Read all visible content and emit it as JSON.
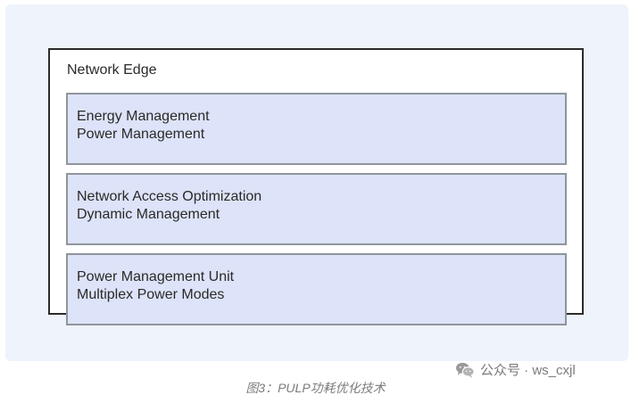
{
  "diagram": {
    "outer_label": "Network Edge",
    "boxes": [
      {
        "lines": [
          "Energy Management",
          "Power Management"
        ]
      },
      {
        "lines": [
          "Network Access Optimization",
          "Dynamic Management"
        ]
      },
      {
        "lines": [
          "Power Management Unit",
          "Multiplex Power Modes"
        ]
      }
    ]
  },
  "watermark": {
    "icon": "wechat-icon",
    "text": "公众号 · ws_cxjl"
  },
  "caption": "图3：PULP功耗优化技术",
  "colors": {
    "panel_bg": "#eef3fc",
    "outer_border": "#2b2b2b",
    "inner_fill": "#dde3f8",
    "inner_border": "#8f959c",
    "text": "#2a2a2a",
    "caption": "#7c7c7c"
  }
}
